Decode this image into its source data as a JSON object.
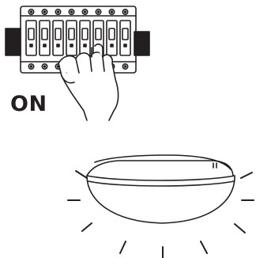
{
  "step_label": "ON",
  "colors": {
    "line": "#231f20",
    "background": "#ffffff",
    "dark_fill": "#231f20"
  },
  "breaker_panel": {
    "breaker_count": 8,
    "state": "on"
  },
  "icons": [
    "breaker-panel-icon",
    "hand-icon",
    "ceiling-light-icon",
    "light-ray-icon"
  ]
}
